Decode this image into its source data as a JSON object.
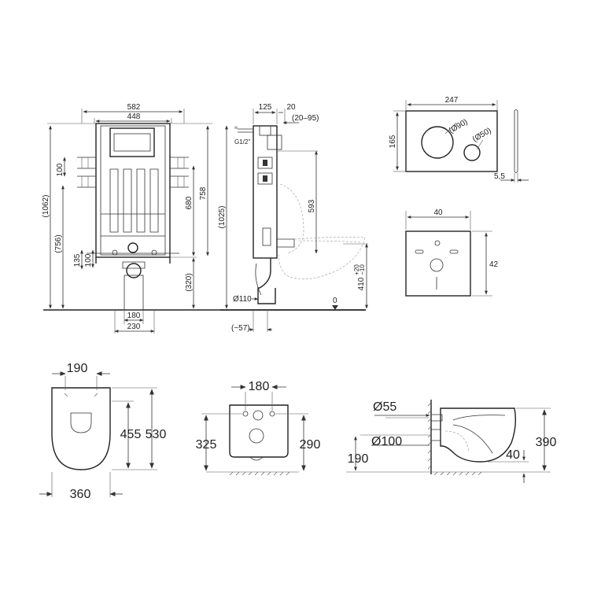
{
  "frame_front": {
    "width_outer": "582",
    "width_inner": "448",
    "h_1062": "(1062)",
    "h_756": "(756)",
    "h_100_left": "100",
    "h_135": "135",
    "h_100_low": "100",
    "h_680": "680",
    "h_758": "758",
    "h_320": "(320)",
    "w_180": "180",
    "w_230": "230"
  },
  "frame_side": {
    "d_125": "125",
    "d_20": "20",
    "d_20_95": "(20–95)",
    "supply": "G1/2\"",
    "h_1025": "(1025)",
    "h_593": "593",
    "h_410": "410",
    "h_410_tol_up": "+20",
    "h_410_tol_down": "−10",
    "pipe": "Ø110",
    "zero": "0",
    "d_57": "(~57)"
  },
  "flush_plate": {
    "width": "247",
    "height": "165",
    "big_button": "(Ø90)",
    "small_button": "(Ø50)",
    "depth": "5,5"
  },
  "inspection_cover": {
    "width": "40",
    "height": "42"
  },
  "toilet_top": {
    "bolt_spacing": "190",
    "inner_length": "455",
    "total_length": "530",
    "width": "360"
  },
  "toilet_back": {
    "bolt_spacing": "180",
    "left_height": "325",
    "right_height": "290"
  },
  "toilet_side": {
    "inlet": "Ø55",
    "outlet": "Ø100",
    "outlet_height": "190",
    "height": "390",
    "gap": "40"
  }
}
